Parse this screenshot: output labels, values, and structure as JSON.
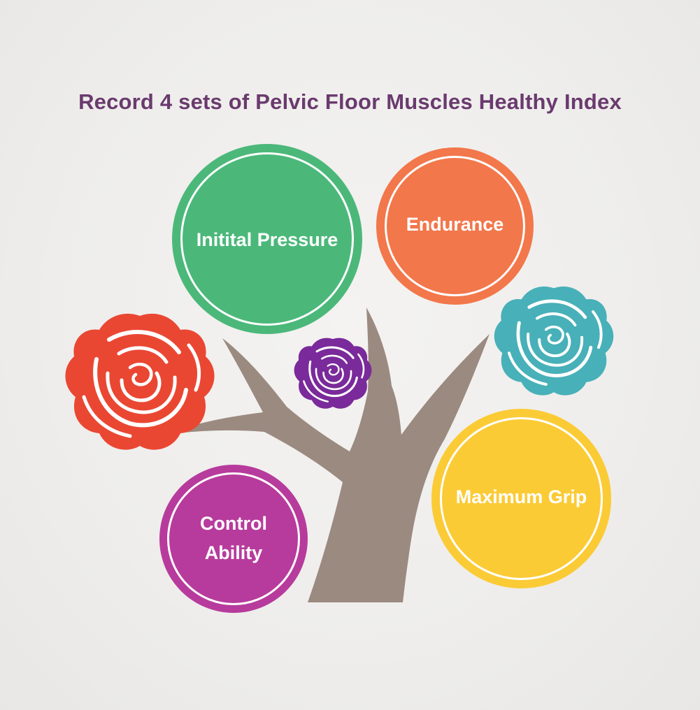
{
  "title": "Record 4 sets of Pelvic Floor Muscles Healthy Index",
  "metrics": [
    {
      "label": "Initital Pressure",
      "color": "#4bb87a"
    },
    {
      "label": "Endurance",
      "color": "#f2774b"
    },
    {
      "label": "Maximum Grip",
      "color": "#fbcb36"
    },
    {
      "label": "Control\nAbility",
      "color": "#b73b9c"
    }
  ],
  "colors": {
    "background": "#efeeec",
    "title": "#6a3a6e",
    "trunk": "#9b8a80",
    "rose_red": "#ea4733",
    "rose_purple": "#7a2a9a",
    "rose_teal": "#48b0b8"
  },
  "icons": [
    "tree-trunk-icon",
    "rose-icon"
  ]
}
